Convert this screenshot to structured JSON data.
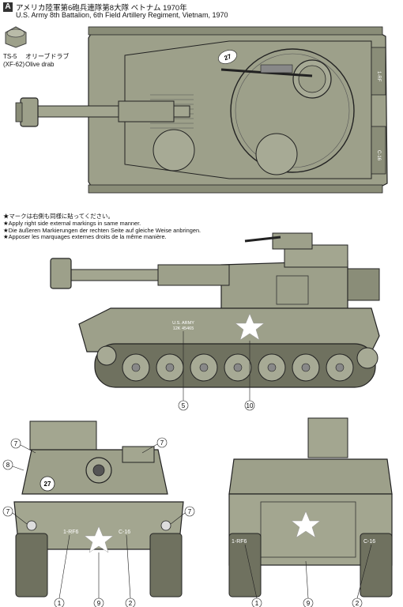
{
  "header": {
    "badge": "A",
    "title_jp": "アメリカ陸軍第6砲兵連隊第8大隊 ベトナム 1970年",
    "title_en": "U.S. Army 8th Battalion, 6th Field Artillery Regiment, Vietnam, 1970"
  },
  "paint": {
    "code": "TS-5",
    "code_alt": "(XF-62)",
    "name_jp": "オリーブドラブ",
    "name_en": "Olive drab",
    "color": "#9da08a"
  },
  "notes": [
    "★マークは右側も同様に貼ってください。",
    "★Apply right side external markings in same manner.",
    "★Die äußeren Markierungen der rechten Seite auf gleiche Weise anbringen.",
    "★Apposer les marquages externes droits de la même manière."
  ],
  "markings": {
    "top_number": "27",
    "top_rear_left": "1-RF",
    "top_rear_right": "C-16",
    "side_text_line1": "U.S. ARMY",
    "side_text_line2": "12K 45465",
    "front_number": "27",
    "front_left_code": "1-RF6",
    "front_right_code": "C-16",
    "rear_left_code": "1-RF6",
    "rear_right_code": "C-16"
  },
  "callouts": {
    "side": [
      "5",
      "10"
    ],
    "front": [
      "7",
      "7",
      "8",
      "7",
      "7",
      "1",
      "9",
      "2"
    ],
    "rear": [
      "1",
      "9",
      "2"
    ]
  }
}
